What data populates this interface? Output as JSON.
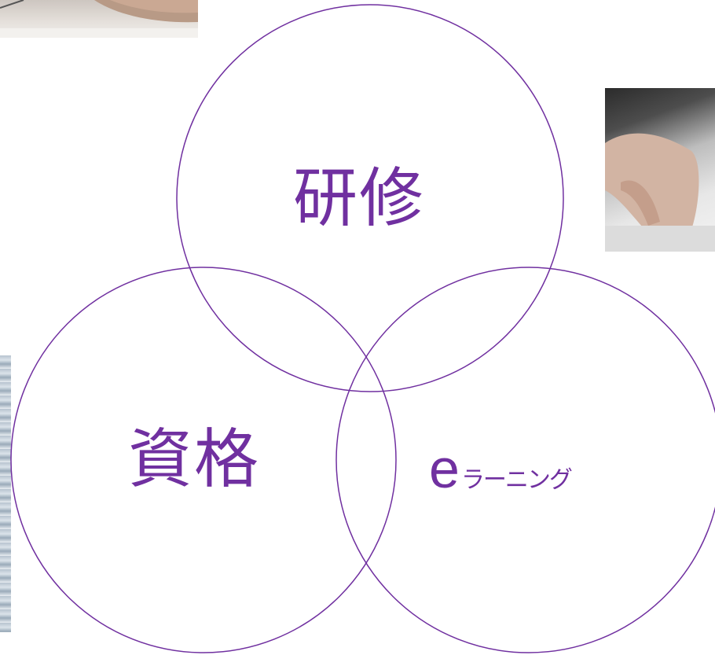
{
  "diagram": {
    "accent_color": "#7030a0",
    "circles": [
      {
        "id": "top",
        "label": "研修"
      },
      {
        "id": "left",
        "label": "資格"
      },
      {
        "id": "right",
        "label_prefix": "e",
        "label_suffix": "ラーニング"
      }
    ]
  },
  "images": [
    {
      "icon": "hand-writing-photo"
    },
    {
      "icon": "hand-typing-photo"
    },
    {
      "icon": "document-strip-photo"
    }
  ]
}
